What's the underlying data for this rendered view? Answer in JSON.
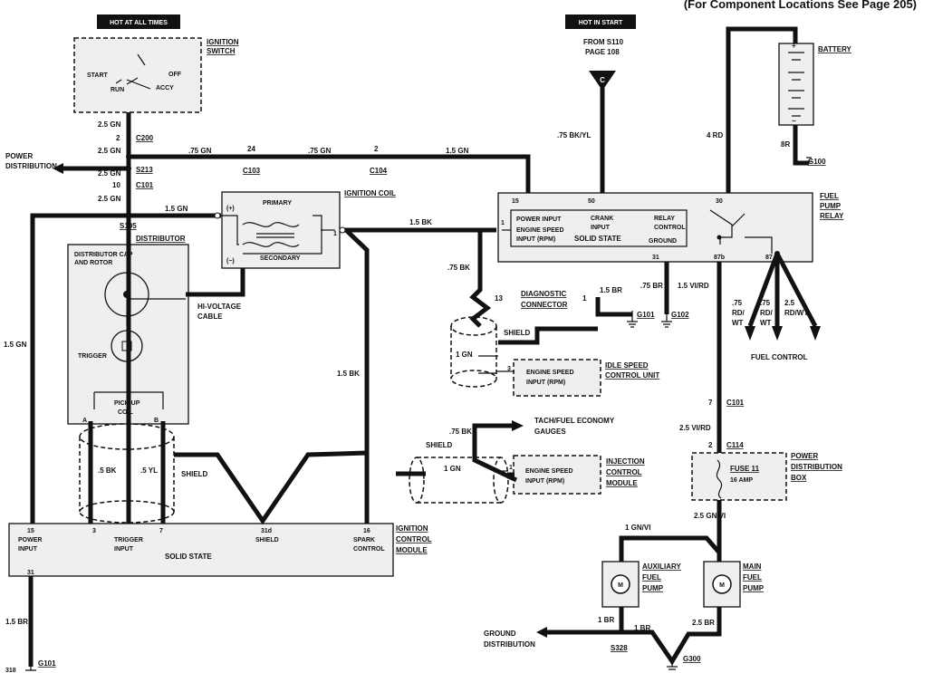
{
  "header": {
    "text": "(For Component Locations See Page 205)"
  },
  "page_number": "318",
  "tags": {
    "hot_at_all_times": "HOT AT ALL TIMES",
    "hot_in_start": "HOT IN START"
  },
  "ignition_switch": {
    "label_1": "IGNITION",
    "label_2": "SWITCH",
    "start": "START",
    "off": "OFF",
    "run": "RUN",
    "accy": "ACCY"
  },
  "power_distribution": {
    "line_1": "POWER",
    "line_2": "DISTRIBUTION"
  },
  "s110": {
    "from": "FROM S110",
    "page": "PAGE 108",
    "marker": "C"
  },
  "battery": {
    "label": "BATTERY",
    "plus": "+",
    "minus": "−",
    "wire_4rd": "4 RD",
    "wire_8r": "8R",
    "ground": "G100"
  },
  "wires": {
    "w_25gn_a": "2.5 GN",
    "w_25gn_b": "2.5 GN",
    "w_25gn_c": "2.5 GN",
    "w_25gn_d": "2.5 GN",
    "pin_2": "2",
    "c200": "C200",
    "s213": "S213",
    "pin_10": "10",
    "c101": "C101",
    "s105": "S105",
    "w_75gn_1": ".75 GN",
    "pin_24": "24",
    "w_75gn_2": ".75 GN",
    "c103": "C103",
    "pin_2b": "2",
    "c104": "C104",
    "w_15gn_top": "1.5 GN",
    "w_15gn_coil": "1.5 GN",
    "w_15gn_left": "1.5 GN",
    "w_75bkyl": ".75 BK/YL",
    "w_15bk_relay": "1.5 BK",
    "w_75bk_diag": ".75 BK",
    "w_15bk_mid": "1.5 BK",
    "w_75bk_tach": ".75 BK",
    "w_1gn_shield": "1 GN",
    "w_1gn_inj": "1 GN",
    "w_15br_diag": "1.5 BR",
    "w_75br": ".75 BR",
    "w_15vird": "1.5 VI/RD",
    "w_25vird": "2.5 VI/RD",
    "w_25gnvi": "2.5 GN/VI",
    "w_1gnvi": "1 GN/VI",
    "w_15br_left": "1.5 BR",
    "w_1br_a": "1 BR",
    "w_1br_b": "1 BR",
    "w_25br": "2.5 BR",
    "w_5bk": ".5 BK",
    "w_5yl": ".5 YL"
  },
  "ignition_coil": {
    "label": "IGNITION COIL",
    "primary": "PRIMARY",
    "secondary": "SECONDARY",
    "plus": "(+)",
    "minus": "(−)",
    "pin_1": "1",
    "hv_1": "HI-VOLTAGE",
    "hv_2": "CABLE"
  },
  "distributor": {
    "label": "DISTRIBUTOR",
    "cap_1": "DISTRIBUTOR CAP",
    "cap_2": "AND ROTOR",
    "trigger": "TRIGGER",
    "pickup_1": "PICK UP",
    "pickup_2": "COIL",
    "pin_a": "A",
    "pin_b": "B"
  },
  "fuel_pump_relay": {
    "label_1": "FUEL",
    "label_2": "PUMP",
    "label_3": "RELAY",
    "pin_15": "15",
    "pin_50": "50",
    "pin_30": "30",
    "pin_1": "1",
    "pin_31": "31",
    "pin_87b": "87b",
    "pin_87": "87",
    "power_input": "POWER INPUT",
    "crank_input_1": "CRANK",
    "crank_input_2": "INPUT",
    "relay_control_1": "RELAY",
    "relay_control_2": "CONTROL",
    "engine_speed_1": "ENGINE SPEED",
    "engine_speed_2": "INPUT (RPM)",
    "solid_state": "SOLID STATE",
    "ground": "GROUND"
  },
  "grounds": {
    "g101_diag": "G101",
    "g102": "G102",
    "g101_bottom": "G101",
    "g300": "G300",
    "s328": "S328"
  },
  "diagnostic": {
    "pin_13": "13",
    "pin_1": "1",
    "label_1": "DIAGNOSTIC",
    "label_2": "CONNECTOR"
  },
  "fuel_control": {
    "w1a": ".75",
    "w1b": "RD/",
    "w1c": "WT",
    "w2a": ".75",
    "w2b": "RD/",
    "w2c": "WT",
    "w3a": "2.5",
    "w3b": "RD/WT",
    "label": "FUEL CONTROL"
  },
  "shield_label": "SHIELD",
  "idle_speed": {
    "pin_3": "3",
    "input_1": "ENGINE SPEED",
    "input_2": "INPUT (RPM)",
    "label_1": "IDLE SPEED",
    "label_2": "CONTROL UNIT"
  },
  "tach": {
    "line_1": "TACH/FUEL ECONOMY",
    "line_2": "GAUGES"
  },
  "injection": {
    "pin_1": "1",
    "input_1": "ENGINE SPEED",
    "input_2": "INPUT (RPM)",
    "label_1": "INJECTION",
    "label_2": "CONTROL",
    "label_3": "MODULE"
  },
  "c101_right": {
    "pin": "7",
    "conn": "C101"
  },
  "c114": {
    "pin": "2",
    "conn": "C114"
  },
  "pdb": {
    "label_1": "POWER",
    "label_2": "DISTRIBUTION",
    "label_3": "BOX",
    "fuse": "FUSE 11",
    "amp": "16 AMP"
  },
  "pumps": {
    "aux_1": "AUXILIARY",
    "aux_2": "FUEL",
    "aux_3": "PUMP",
    "main_1": "MAIN",
    "main_2": "FUEL",
    "main_3": "PUMP",
    "motor": "M"
  },
  "ground_distribution": {
    "line_1": "GROUND",
    "line_2": "DISTRIBUTION"
  },
  "icm": {
    "pin_15": "15",
    "pin_3": "3",
    "pin_7": "7",
    "pin_31d": "31d",
    "pin_16": "16",
    "pin_31": "31",
    "power_1": "POWER",
    "power_2": "INPUT",
    "trigger_1": "TRIGGER",
    "trigger_2": "INPUT",
    "shield": "SHIELD",
    "spark_1": "SPARK",
    "spark_2": "CONTROL",
    "solid_state": "SOLID STATE",
    "label_1": "IGNITION",
    "label_2": "CONTROL",
    "label_3": "MODULE"
  }
}
